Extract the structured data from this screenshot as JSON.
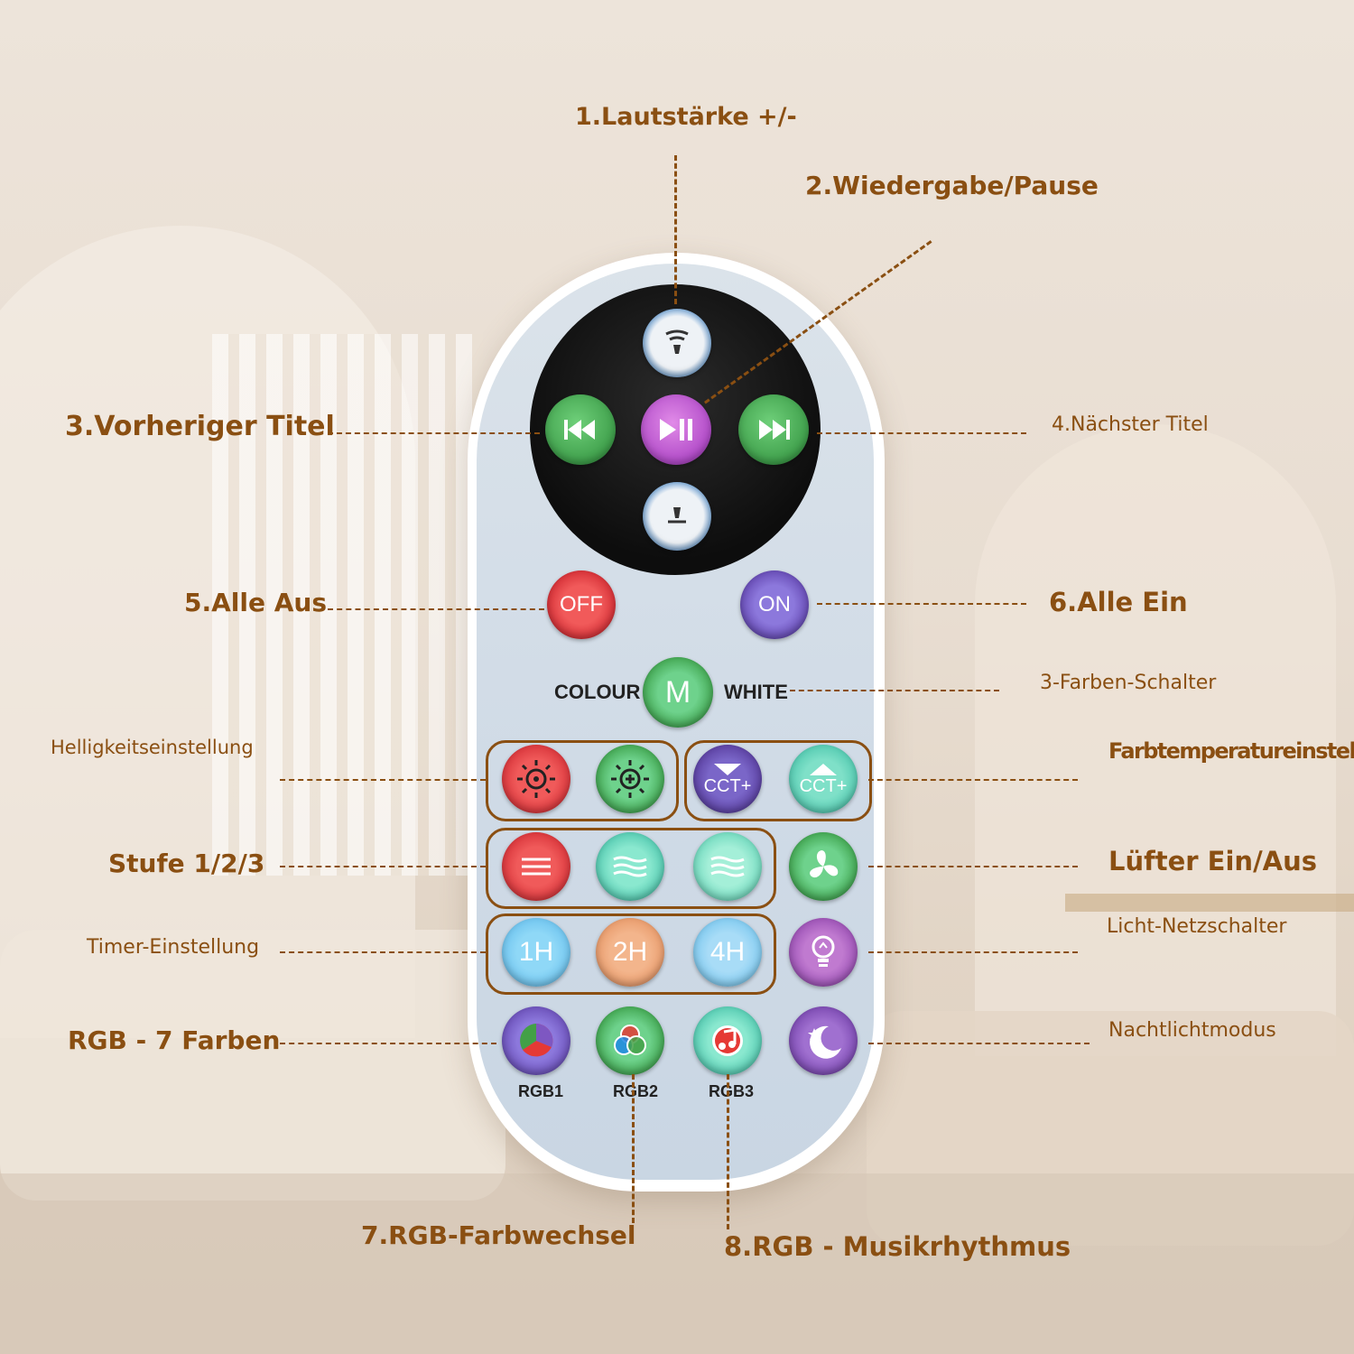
{
  "labels": {
    "vol": "1.Lautstärke +/-",
    "play": "2.Wiedergabe/Pause",
    "prev": "3.Vorheriger Titel",
    "next": "4.Nächster Titel",
    "all_off": "5.Alle Aus",
    "all_on": "6.Alle Ein",
    "three_color": "3-Farben-Schalter",
    "brightness": "Helligkeitseinstellung",
    "color_temp": "Farbtemperatureinstellung",
    "stage": "Stufe 1/2/3",
    "fan": "Lüfter Ein/Aus",
    "timer": "Timer-Einstellung",
    "light_power": "Licht-Netzschalter",
    "rgb7": "RGB - 7 Farben",
    "night": "Nachtlichtmodus",
    "rgb_change": "7.RGB-Farbwechsel",
    "rgb_music": "8.RGB - Musikrhythmus"
  },
  "remote": {
    "off": "OFF",
    "on": "ON",
    "colour": "COLOUR",
    "m": "M",
    "white": "WHITE",
    "cct_down": "CCT+",
    "cct_up": "CCT+",
    "t1": "1H",
    "t2": "2H",
    "t3": "4H",
    "rgb1": "RGB1",
    "rgb2": "RGB2",
    "rgb3": "RGB3"
  },
  "colors": {
    "label": "#8a4f12",
    "remote_face": "#cfdae6",
    "pad": "#111111",
    "green": "#3fa34d",
    "purple": "#b45ad0",
    "red": "#d8343a",
    "violet": "#6a4fb8",
    "teal": "#52c9b0",
    "orange": "#e89a6a",
    "blue": "#6ec3ee"
  },
  "icons": [
    "speaker-up-icon",
    "play-pause-icon",
    "rewind-icon",
    "fast-forward-icon",
    "speaker-down-icon",
    "power-icon",
    "brightness-down-icon",
    "brightness-up-icon",
    "triangle-down-icon",
    "triangle-up-icon",
    "stripes-icon",
    "wave-icon",
    "fan-icon",
    "bulb-icon",
    "pie-icon",
    "venn-icon",
    "music-note-icon",
    "moon-star-icon"
  ]
}
